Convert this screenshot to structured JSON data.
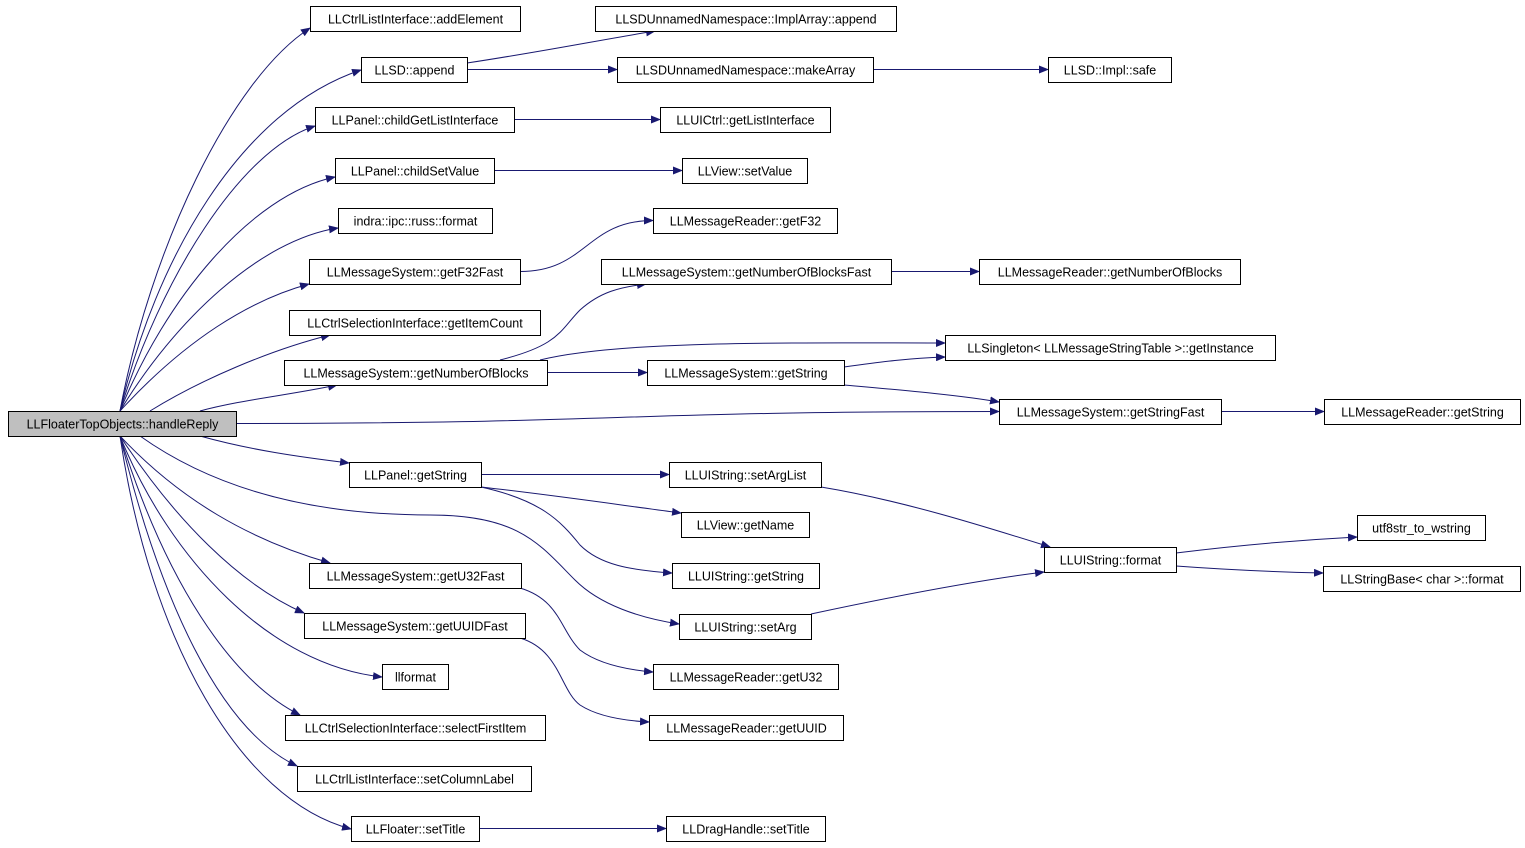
{
  "colors": {
    "edge": "#191970",
    "root_fill": "#bfbfbf",
    "node_fill": "#ffffff",
    "node_border": "#000000"
  },
  "nodes": [
    {
      "id": "root",
      "label": "LLFloaterTopObjects::handleReply"
    },
    {
      "id": "n_addElement",
      "label": "LLCtrlListInterface::addElement"
    },
    {
      "id": "n_llsd_append",
      "label": "LLSD::append"
    },
    {
      "id": "n_childGetListInterface",
      "label": "LLPanel::childGetListInterface"
    },
    {
      "id": "n_childSetValue",
      "label": "LLPanel::childSetValue"
    },
    {
      "id": "n_russ_format",
      "label": "indra::ipc::russ::format"
    },
    {
      "id": "n_getF32Fast",
      "label": "LLMessageSystem::getF32Fast"
    },
    {
      "id": "n_getItemCount",
      "label": "LLCtrlSelectionInterface::getItemCount"
    },
    {
      "id": "n_getNumberOfBlocks",
      "label": "LLMessageSystem::getNumberOfBlocks"
    },
    {
      "id": "n_panel_getString",
      "label": "LLPanel::getString"
    },
    {
      "id": "n_getU32Fast",
      "label": "LLMessageSystem::getU32Fast"
    },
    {
      "id": "n_getUUIDFast",
      "label": "LLMessageSystem::getUUIDFast"
    },
    {
      "id": "n_llformat",
      "label": "llformat"
    },
    {
      "id": "n_selectFirstItem",
      "label": "LLCtrlSelectionInterface::selectFirstItem"
    },
    {
      "id": "n_setColumnLabel",
      "label": "LLCtrlListInterface::setColumnLabel"
    },
    {
      "id": "n_floater_setTitle",
      "label": "LLFloater::setTitle"
    },
    {
      "id": "n_implArray_append",
      "label": "LLSDUnnamedNamespace::ImplArray::append"
    },
    {
      "id": "n_makeArray",
      "label": "LLSDUnnamedNamespace::makeArray"
    },
    {
      "id": "n_impl_safe",
      "label": "LLSD::Impl::safe"
    },
    {
      "id": "n_uictrl_getListInterface",
      "label": "LLUICtrl::getListInterface"
    },
    {
      "id": "n_view_setValue",
      "label": "LLView::setValue"
    },
    {
      "id": "n_reader_getF32",
      "label": "LLMessageReader::getF32"
    },
    {
      "id": "n_getNumberOfBlocksFast",
      "label": "LLMessageSystem::getNumberOfBlocksFast"
    },
    {
      "id": "n_reader_getNumberOfBlocks",
      "label": "LLMessageReader::getNumberOfBlocks"
    },
    {
      "id": "n_singleton_getInstance",
      "label": "LLSingleton< LLMessageStringTable >::getInstance"
    },
    {
      "id": "n_msg_getString",
      "label": "LLMessageSystem::getString"
    },
    {
      "id": "n_getStringFast",
      "label": "LLMessageSystem::getStringFast"
    },
    {
      "id": "n_reader_getString",
      "label": "LLMessageReader::getString"
    },
    {
      "id": "n_setArgList",
      "label": "LLUIString::setArgList"
    },
    {
      "id": "n_view_getName",
      "label": "LLView::getName"
    },
    {
      "id": "n_uistring_getString",
      "label": "LLUIString::getString"
    },
    {
      "id": "n_uistring_setArg",
      "label": "LLUIString::setArg"
    },
    {
      "id": "n_uistring_format",
      "label": "LLUIString::format"
    },
    {
      "id": "n_utf8str_to_wstring",
      "label": "utf8str_to_wstring"
    },
    {
      "id": "n_stringbase_format",
      "label": "LLStringBase< char >::format"
    },
    {
      "id": "n_reader_getU32",
      "label": "LLMessageReader::getU32"
    },
    {
      "id": "n_reader_getUUID",
      "label": "LLMessageReader::getUUID"
    },
    {
      "id": "n_draghandle_setTitle",
      "label": "LLDragHandle::setTitle"
    }
  ],
  "edges": [
    [
      "root",
      "n_addElement"
    ],
    [
      "root",
      "n_llsd_append"
    ],
    [
      "root",
      "n_childGetListInterface"
    ],
    [
      "root",
      "n_childSetValue"
    ],
    [
      "root",
      "n_russ_format"
    ],
    [
      "root",
      "n_getF32Fast"
    ],
    [
      "root",
      "n_getItemCount"
    ],
    [
      "root",
      "n_getNumberOfBlocks"
    ],
    [
      "root",
      "n_getStringFast"
    ],
    [
      "root",
      "n_panel_getString"
    ],
    [
      "root",
      "n_uistring_setArg"
    ],
    [
      "root",
      "n_getU32Fast"
    ],
    [
      "root",
      "n_getUUIDFast"
    ],
    [
      "root",
      "n_llformat"
    ],
    [
      "root",
      "n_selectFirstItem"
    ],
    [
      "root",
      "n_setColumnLabel"
    ],
    [
      "root",
      "n_floater_setTitle"
    ],
    [
      "n_llsd_append",
      "n_implArray_append"
    ],
    [
      "n_llsd_append",
      "n_makeArray"
    ],
    [
      "n_makeArray",
      "n_impl_safe"
    ],
    [
      "n_childGetListInterface",
      "n_uictrl_getListInterface"
    ],
    [
      "n_childSetValue",
      "n_view_setValue"
    ],
    [
      "n_getF32Fast",
      "n_reader_getF32"
    ],
    [
      "n_getNumberOfBlocks",
      "n_getNumberOfBlocksFast"
    ],
    [
      "n_getNumberOfBlocks",
      "n_singleton_getInstance"
    ],
    [
      "n_getNumberOfBlocks",
      "n_msg_getString"
    ],
    [
      "n_getNumberOfBlocksFast",
      "n_reader_getNumberOfBlocks"
    ],
    [
      "n_msg_getString",
      "n_singleton_getInstance"
    ],
    [
      "n_msg_getString",
      "n_getStringFast"
    ],
    [
      "n_getStringFast",
      "n_reader_getString"
    ],
    [
      "n_panel_getString",
      "n_setArgList"
    ],
    [
      "n_panel_getString",
      "n_view_getName"
    ],
    [
      "n_panel_getString",
      "n_uistring_getString"
    ],
    [
      "n_setArgList",
      "n_uistring_format"
    ],
    [
      "n_uistring_setArg",
      "n_uistring_format"
    ],
    [
      "n_uistring_format",
      "n_utf8str_to_wstring"
    ],
    [
      "n_uistring_format",
      "n_stringbase_format"
    ],
    [
      "n_getU32Fast",
      "n_reader_getU32"
    ],
    [
      "n_getUUIDFast",
      "n_reader_getUUID"
    ],
    [
      "n_floater_setTitle",
      "n_draghandle_setTitle"
    ]
  ]
}
